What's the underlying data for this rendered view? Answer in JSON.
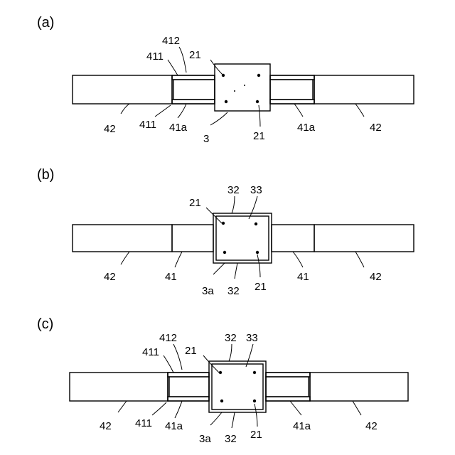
{
  "panels": [
    {
      "id": "a",
      "label": "(a)",
      "callouts": {
        "c412": "412",
        "c411_top": "411",
        "c21_top": "21",
        "c42_left": "42",
        "c411_bottom": "411",
        "c41a_left": "41a",
        "c3": "3",
        "c21_bottom": "21",
        "c41a_right": "41a",
        "c42_right": "42"
      }
    },
    {
      "id": "b",
      "label": "(b)",
      "callouts": {
        "c21_top": "21",
        "c32_top": "32",
        "c33": "33",
        "c42_left": "42",
        "c41_left": "41",
        "c3a": "3a",
        "c32_bottom": "32",
        "c21_bottom": "21",
        "c41_right": "41",
        "c42_right": "42"
      }
    },
    {
      "id": "c",
      "label": "(c)",
      "callouts": {
        "c412": "412",
        "c411_top": "411",
        "c21_top": "21",
        "c32_top": "32",
        "c33": "33",
        "c42_left": "42",
        "c411_bottom": "411",
        "c41a_left": "41a",
        "c3a": "3a",
        "c32_bottom": "32",
        "c21_bottom": "21",
        "c41a_right": "41a",
        "c42_right": "42"
      }
    }
  ]
}
